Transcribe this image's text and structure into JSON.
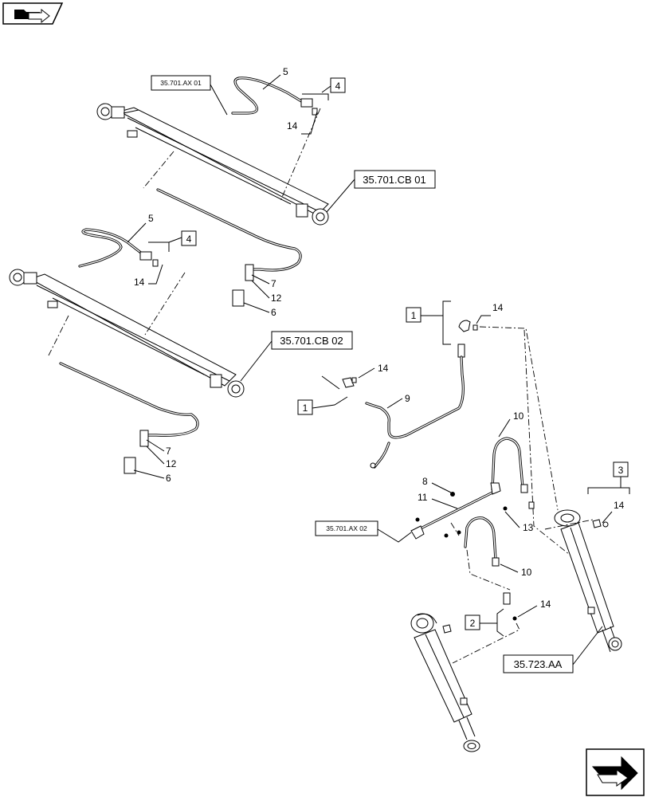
{
  "refs": {
    "ax01": "35.701.AX 01",
    "cb01": "35.701.CB 01",
    "cb02": "35.701.CB 02",
    "ax02": "35.701.AX 02",
    "aa": "35.723.AA"
  },
  "callouts": {
    "n1": "1",
    "n2": "2",
    "n3": "3",
    "n4": "4",
    "n5": "5",
    "n6": "6",
    "n7": "7",
    "n8": "8",
    "n9": "9",
    "n10": "10",
    "n11": "11",
    "n12": "12",
    "n13": "13",
    "n14": "14"
  },
  "icons": {
    "top_left": "folder-arrow-icon",
    "bottom_right": "next-page-arrow-icon"
  }
}
